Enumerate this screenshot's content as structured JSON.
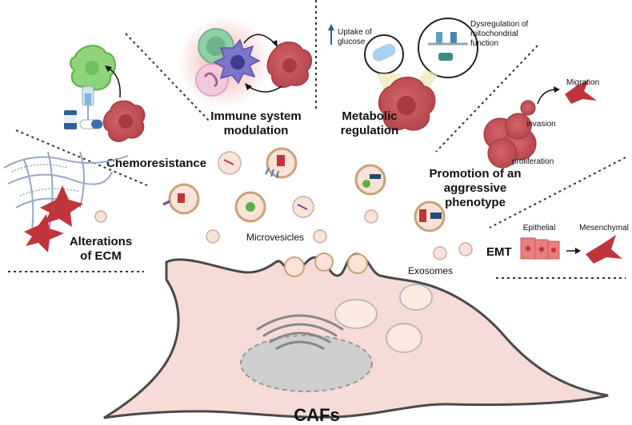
{
  "labels": {
    "immune": [
      "Immune system",
      "modulation"
    ],
    "metabolic": [
      "Metabolic",
      "regulation"
    ],
    "uptake": [
      "Uptake of",
      "glucose"
    ],
    "dysregulation": [
      "Dysregulation of",
      "mitochondrial",
      "function"
    ],
    "chemoresistance": "Chemoresistance",
    "aggressive": [
      "Promotion of an",
      "aggressive",
      "phenotype"
    ],
    "migration": "Migration",
    "invasion": "invasion",
    "proliferation": "proliferation",
    "alterations": [
      "Alterations",
      "of ECM"
    ],
    "microvesicles": "Microvesicles",
    "emt": "EMT",
    "epithelial": "Epithelial",
    "mesenchymal": "Mesenchymal",
    "exosomes": "Exosomes",
    "cafs": "CAFs"
  },
  "colors": {
    "caf_fill": "#f6dcd6",
    "caf_stroke": "#4a4a4a",
    "tumor": "#c9545a",
    "tumor_dark": "#a63b42",
    "green_cell": "#8fd37a",
    "fibroblast": "#c0343c",
    "vesicle": "#f9e3d6",
    "separator": "#333333"
  },
  "icons": [
    "tumor-cell-icon",
    "iv-drip-icon",
    "pill-bottle-icon",
    "capsule-icon",
    "t-cell-icon",
    "dendritic-cell-icon",
    "neutrophil-icon",
    "glucose-transporter-icon",
    "mitochondria-icon",
    "fibroblast-icon",
    "collagen-fiber-icon",
    "epithelial-cell-icon",
    "mesenchymal-cell-icon",
    "vesicle-icon",
    "golgi-icon",
    "nucleus-icon"
  ]
}
